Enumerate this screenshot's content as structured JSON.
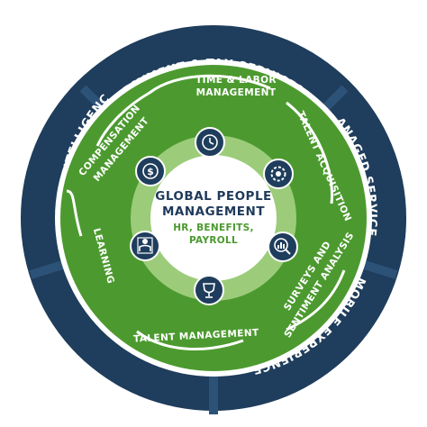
{
  "colors": {
    "navy": "#1f3d5c",
    "navy_light": "#2c5277",
    "green": "#4c9a2f",
    "green_light": "#66b043",
    "center_ring": "#9ccc7a",
    "icon_fill": "#1f3d5c",
    "title": "#1f3a5a",
    "subtitle": "#4a9a2e"
  },
  "outer_ring": {
    "items": [
      {
        "id": "payment",
        "label": "PAYMENT & TAX SERVICES"
      },
      {
        "id": "managed",
        "label": "MANAGED SERVICES"
      },
      {
        "id": "mobile",
        "label": "MOBILE EXPERIENCE"
      },
      {
        "id": "predictive",
        "label": "PREDICTIVE ANALYTICS"
      },
      {
        "id": "bi",
        "label": "BUSINESS INTELLIGENCE"
      }
    ]
  },
  "segments": {
    "items": [
      {
        "id": "time",
        "lines": [
          "TIME & LABOR",
          "MANAGEMENT"
        ],
        "icon": "clock-icon"
      },
      {
        "id": "talent-acq",
        "lines": [
          "TALENT ACQUISITION"
        ],
        "icon": "gear-people-icon"
      },
      {
        "id": "surveys",
        "lines": [
          "SURVEYS AND",
          "SENTIMENT ANALYSIS"
        ],
        "icon": "magnifier-chart-icon"
      },
      {
        "id": "talent-mgmt",
        "lines": [
          "TALENT MANAGEMENT"
        ],
        "icon": "trophy-icon"
      },
      {
        "id": "learning",
        "lines": [
          "LEARNING"
        ],
        "icon": "learning-icon"
      },
      {
        "id": "comp",
        "lines": [
          "COMPENSATION",
          "MANAGEMENT"
        ],
        "icon": "money-icon"
      }
    ]
  },
  "center": {
    "title_line1": "GLOBAL PEOPLE",
    "title_line2": "MANAGEMENT",
    "sub_line1": "HR, BENEFITS,",
    "sub_line2": "PAYROLL"
  }
}
